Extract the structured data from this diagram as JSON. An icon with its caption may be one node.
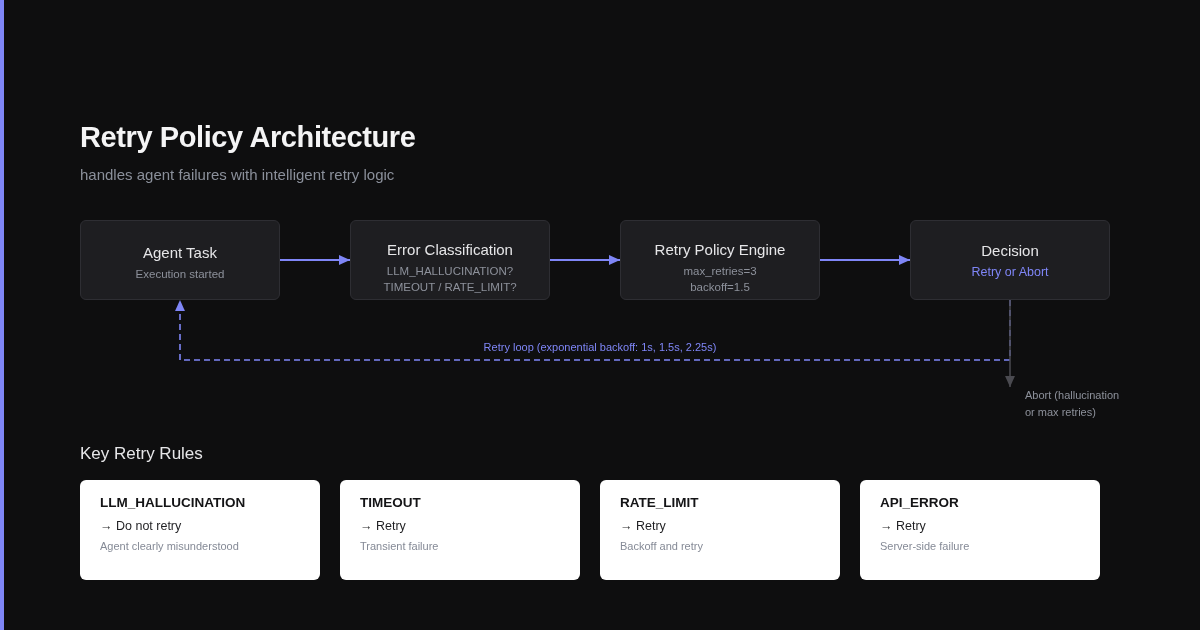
{
  "diagram": {
    "title": "Retry Policy Architecture",
    "nodes": [
      {
        "text": [
          "Agent Task",
          "Execution started"
        ]
      },
      {
        "text": [
          "Error Classification",
          "LLM_HALLUCINATION? TIMEOUT / RATE_LIMIT?"
        ]
      },
      {
        "text": [
          "Retry Policy Engine",
          "max_retries=3 backoff=1.5"
        ]
      },
      {
        "text": [
          "Decision",
          "Retry or Abort"
        ]
      },
      {
        "text": [
          "Abort (hallucination or max retries)"
        ]
      },
      {
        "text": [
          "LLM_HALLUCINATION",
          "→ Do not retry",
          "Agent clearly misunderstood"
        ]
      },
      {
        "text": [
          "TIMEOUT",
          "→ Retry",
          "Transient failure"
        ]
      },
      {
        "text": [
          "RATE_LIMIT",
          "→ Retry",
          "Backoff and retry"
        ]
      },
      {
        "text": [
          "API_ERROR",
          "→ Retry",
          "Server-side failure"
        ]
      }
    ],
    "edges": [
      {
        "from": 0,
        "to": 1,
        "arrow": "to"
      },
      {
        "from": 1,
        "to": 2,
        "arrow": "to"
      },
      {
        "from": 2,
        "to": 3,
        "arrow": "to"
      },
      {
        "from": 3,
        "to": 0,
        "arrow": "to",
        "label": "Retry loop (exponential backoff: 1s, 1.5s, 2.25s)",
        "style": "dashed"
      },
      {
        "from": 3,
        "to": 4,
        "arrow": "to",
        "color": "#4a4a50"
      }
    ],
    "labels": [
      "handles agent failures with intelligent retry logic",
      "Key Retry Rules"
    ]
  }
}
